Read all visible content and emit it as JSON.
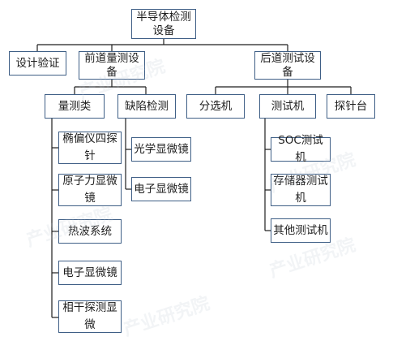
{
  "nodes": {
    "root": "半导体检测设备",
    "design": "设计验证",
    "front": "前道量测设备",
    "back": "后道测试设备",
    "metro": "量测类",
    "defect": "缺陷检测",
    "sorter": "分选机",
    "tester": "测试机",
    "prober": "探针台",
    "ellip": "椭偏仪四探针",
    "afm": "原子力显微镜",
    "thermal": "热波系统",
    "sem1": "电子显微镜",
    "interf": "相干探测显微",
    "optical": "光学显微镜",
    "sem2": "电子显微镜",
    "soc": "SOC测试机",
    "memory": "存储器测试机",
    "other": "其他测试机"
  },
  "watermark": "产业研究院"
}
